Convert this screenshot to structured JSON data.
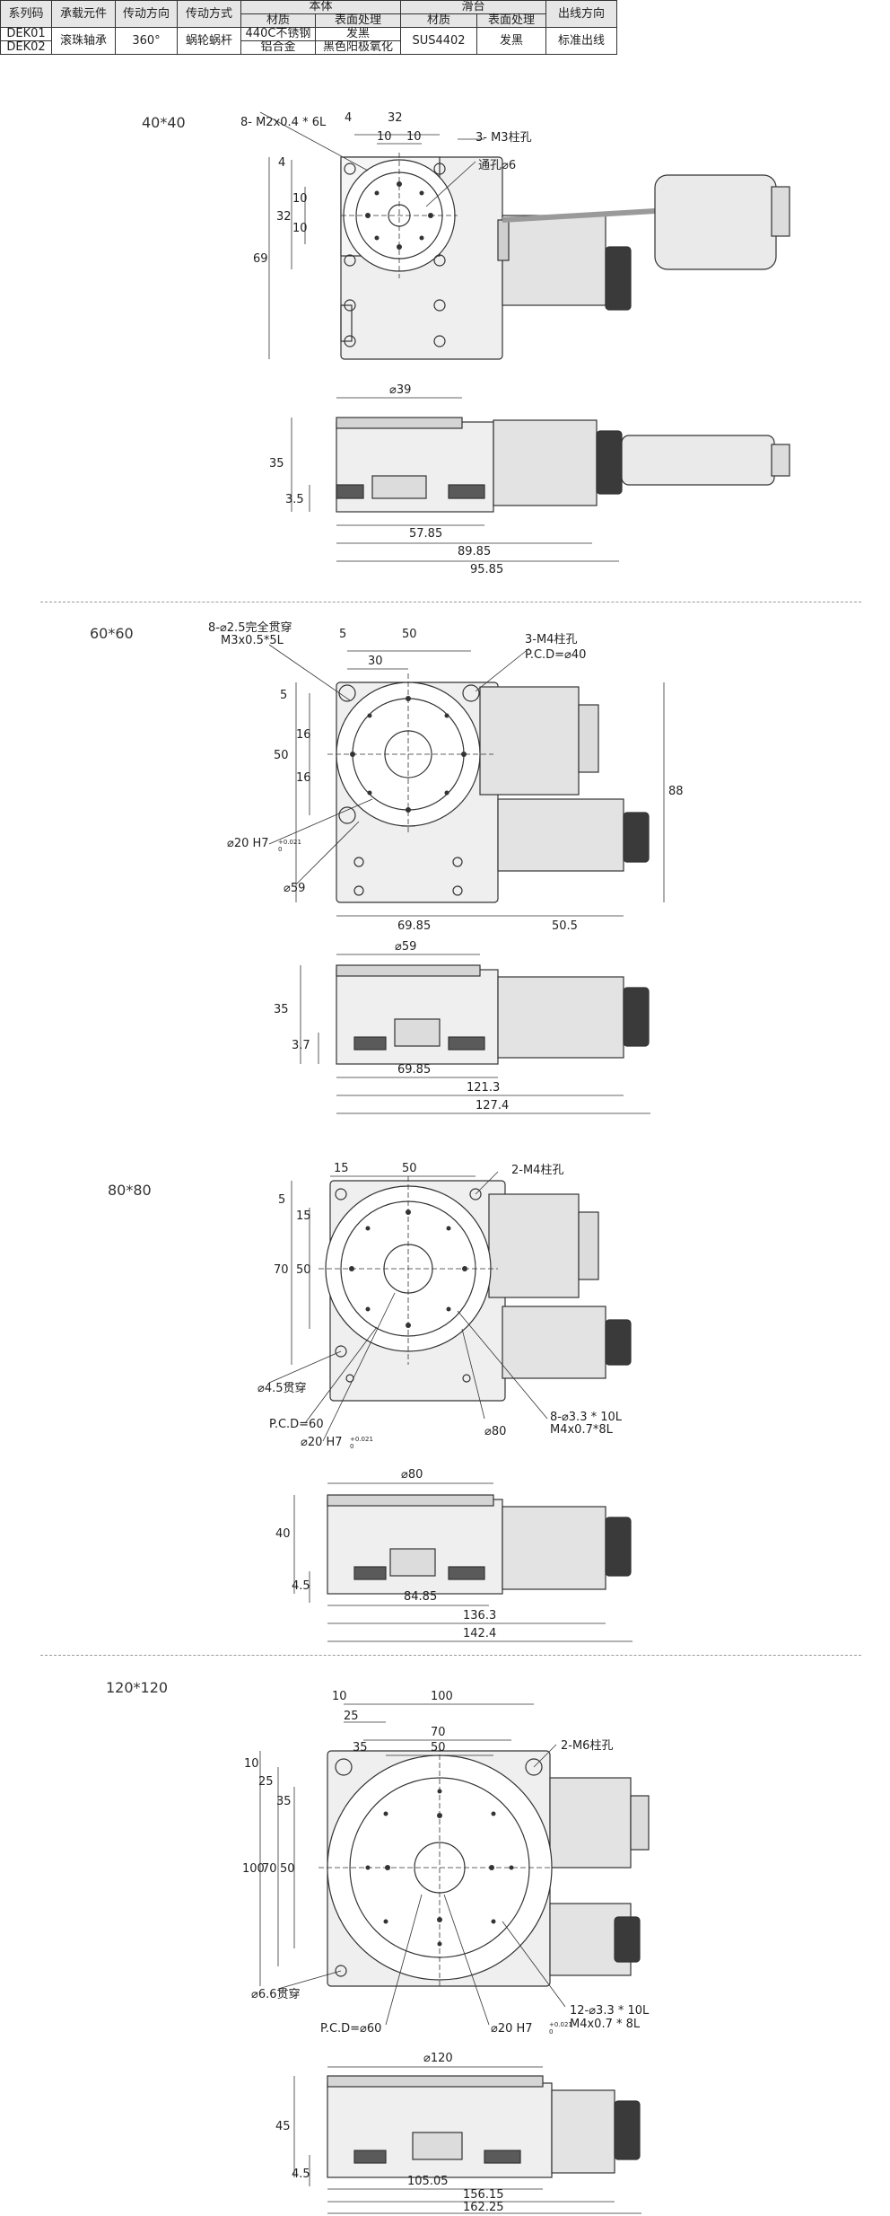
{
  "spec_table": {
    "headers": [
      "系列码",
      "承载元件",
      "传动方向",
      "传动方式",
      "本体",
      "滑台",
      "出线方向"
    ],
    "sub_headers": [
      "材质",
      "表面处理",
      "材质",
      "表面处理"
    ],
    "rows": [
      [
        "DEK01",
        "滚珠轴承",
        "360°",
        "蜗轮蜗杆",
        "440C不锈钢",
        "发黑",
        "SUS4402",
        "发黑",
        "标准出线"
      ],
      [
        "DEK02",
        "",
        "",
        "",
        "铝合金",
        "黑色阳极氧化",
        "",
        "",
        ""
      ]
    ]
  },
  "sections": [
    {
      "size_label": "40*40",
      "top_view": {
        "callouts": [
          "8- M2x0.4 * 6L",
          "3- M3柱孔",
          "通孔⌀6"
        ],
        "dims": [
          "4",
          "32",
          "10",
          "10",
          "4",
          "10",
          "32",
          "10",
          "69"
        ]
      },
      "side_view": {
        "dims": [
          "⌀39",
          "35",
          "3.5",
          "57.85",
          "89.85",
          "95.85"
        ]
      }
    },
    {
      "size_label": "60*60",
      "top_view": {
        "callouts": [
          "8-⌀2.5完全贯穿",
          "M3x0.5*5L",
          "3-M4柱孔",
          "P.C.D=⌀40",
          "⌀20 H7",
          "⌀59"
        ],
        "tolerance": [
          "+0.021",
          "0"
        ],
        "dims": [
          "5",
          "50",
          "30",
          "5",
          "16",
          "50",
          "16",
          "88",
          "69.85",
          "50.5"
        ]
      },
      "side_view": {
        "dims": [
          "⌀59",
          "35",
          "3.7",
          "69.85",
          "121.3",
          "127.4"
        ]
      }
    },
    {
      "size_label": "80*80",
      "top_view": {
        "callouts": [
          "2-M4柱孔",
          "⌀4.5贯穿",
          "P.C.D=60",
          "⌀20 H7",
          "⌀80",
          "8-⌀3.3 * 10L",
          "M4x0.7*8L"
        ],
        "tolerance": [
          "+0.021",
          "0"
        ],
        "dims": [
          "15",
          "50",
          "5",
          "15",
          "70",
          "50"
        ]
      },
      "side_view": {
        "dims": [
          "⌀80",
          "40",
          "4.5",
          "84.85",
          "136.3",
          "142.4"
        ]
      }
    },
    {
      "size_label": "120*120",
      "top_view": {
        "callouts": [
          "2-M6柱孔",
          "⌀6.6贯穿",
          "P.C.D=⌀60",
          "⌀20 H7",
          "12-⌀3.3 * 10L",
          "M4x0.7 * 8L"
        ],
        "tolerance": [
          "+0.021",
          "0"
        ],
        "dims": [
          "10",
          "100",
          "25",
          "70",
          "35",
          "50",
          "10",
          "25",
          "35",
          "100",
          "70",
          "50"
        ]
      },
      "side_view": {
        "dims": [
          "⌀120",
          "45",
          "4.5",
          "105.05",
          "156.15",
          "162.25"
        ]
      }
    }
  ]
}
